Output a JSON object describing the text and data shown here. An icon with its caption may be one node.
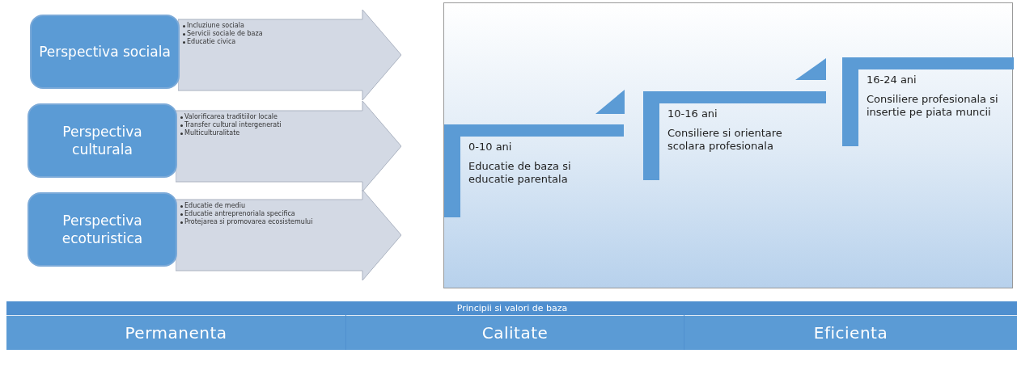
{
  "diagram": {
    "nodes": [
      {
        "text": [
          "Perspectiva sociala"
        ]
      },
      {
        "text": [
          "Incluziune sociala",
          "Servicii sociale de baza",
          "Educatie civica"
        ]
      },
      {
        "text": [
          "Perspectiva culturala"
        ]
      },
      {
        "text": [
          "Valorificarea traditiilor locale",
          "Transfer cultural intergenerati",
          "Multiculturalitate"
        ]
      },
      {
        "text": [
          "Perspectiva ecoturistica"
        ]
      },
      {
        "text": [
          "Educatie de mediu",
          "Educatie antreprenoriala specifica",
          "Protejarea si promovarea ecosistemului"
        ]
      },
      {
        "text": [],
        "shape": "box"
      },
      {
        "text": [
          "0-10 ani",
          "Educatie de baza si educatie parentala"
        ],
        "in": 6
      },
      {
        "text": [
          "10-16 ani",
          "Consiliere si orientare scolara profesionala"
        ],
        "in": 6
      },
      {
        "text": [
          "16-24 ani",
          "Consiliere profesionala si insertie pe piata muncii"
        ],
        "in": 6
      },
      {
        "text": [
          "Principii si valori de baza"
        ]
      },
      {
        "text": [
          "Permanenta"
        ],
        "in": 10
      },
      {
        "text": [
          "Calitate"
        ],
        "in": 10
      },
      {
        "text": [
          "Eficienta"
        ],
        "in": 10
      }
    ]
  }
}
